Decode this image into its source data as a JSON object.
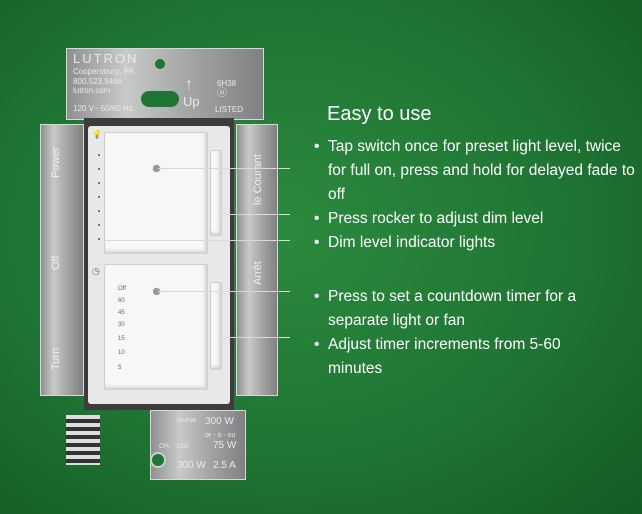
{
  "device": {
    "brand": "LUTRON",
    "location": "Coopersburg, PA",
    "phone": "800.523.9466",
    "web": "lutron.com",
    "rating": "120 V~ 50/60 Hz",
    "up_label": "Up",
    "cert_code": "6H38",
    "cert_label": "LISTED",
    "side_left": [
      "Power",
      "Off",
      "Turn"
    ],
    "side_right": [
      "le Courant",
      "Arrêt"
    ],
    "timer_labels": [
      "Off",
      "60",
      "45",
      "30",
      "15",
      "10",
      "5"
    ],
    "bottom_spec": {
      "inc_label": "Inc/Hal",
      "inc_watts": "300 W",
      "cfl_label": "CFL",
      "led_label": "LED",
      "or_label": "or - ó - ou",
      "cfl_watts": "75 W",
      "total_watts": "300 W",
      "amps": "2.5 A"
    }
  },
  "heading": "Easy to use",
  "bullets": [
    "Tap switch once for preset light level, twice for full on, press and hold for delayed fade to off",
    "Press rocker to adjust dim level",
    "Dim level indicator lights",
    "Press to set a countdown timer for a separate light or fan",
    "Adjust timer increments from 5-60 minutes"
  ]
}
